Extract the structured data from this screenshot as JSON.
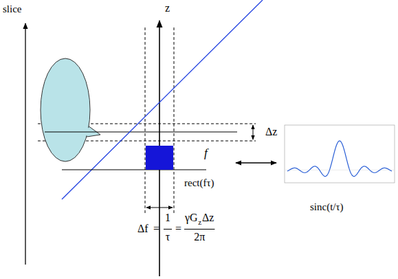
{
  "diagram": {
    "labels": [
      "slice",
      "z",
      "Δz",
      "f",
      "rect(fτ)",
      "sinc(t/τ)",
      "Δf",
      "=",
      "1",
      "τ",
      "=",
      "γG",
      "z",
      "Δz",
      "2π"
    ]
  }
}
